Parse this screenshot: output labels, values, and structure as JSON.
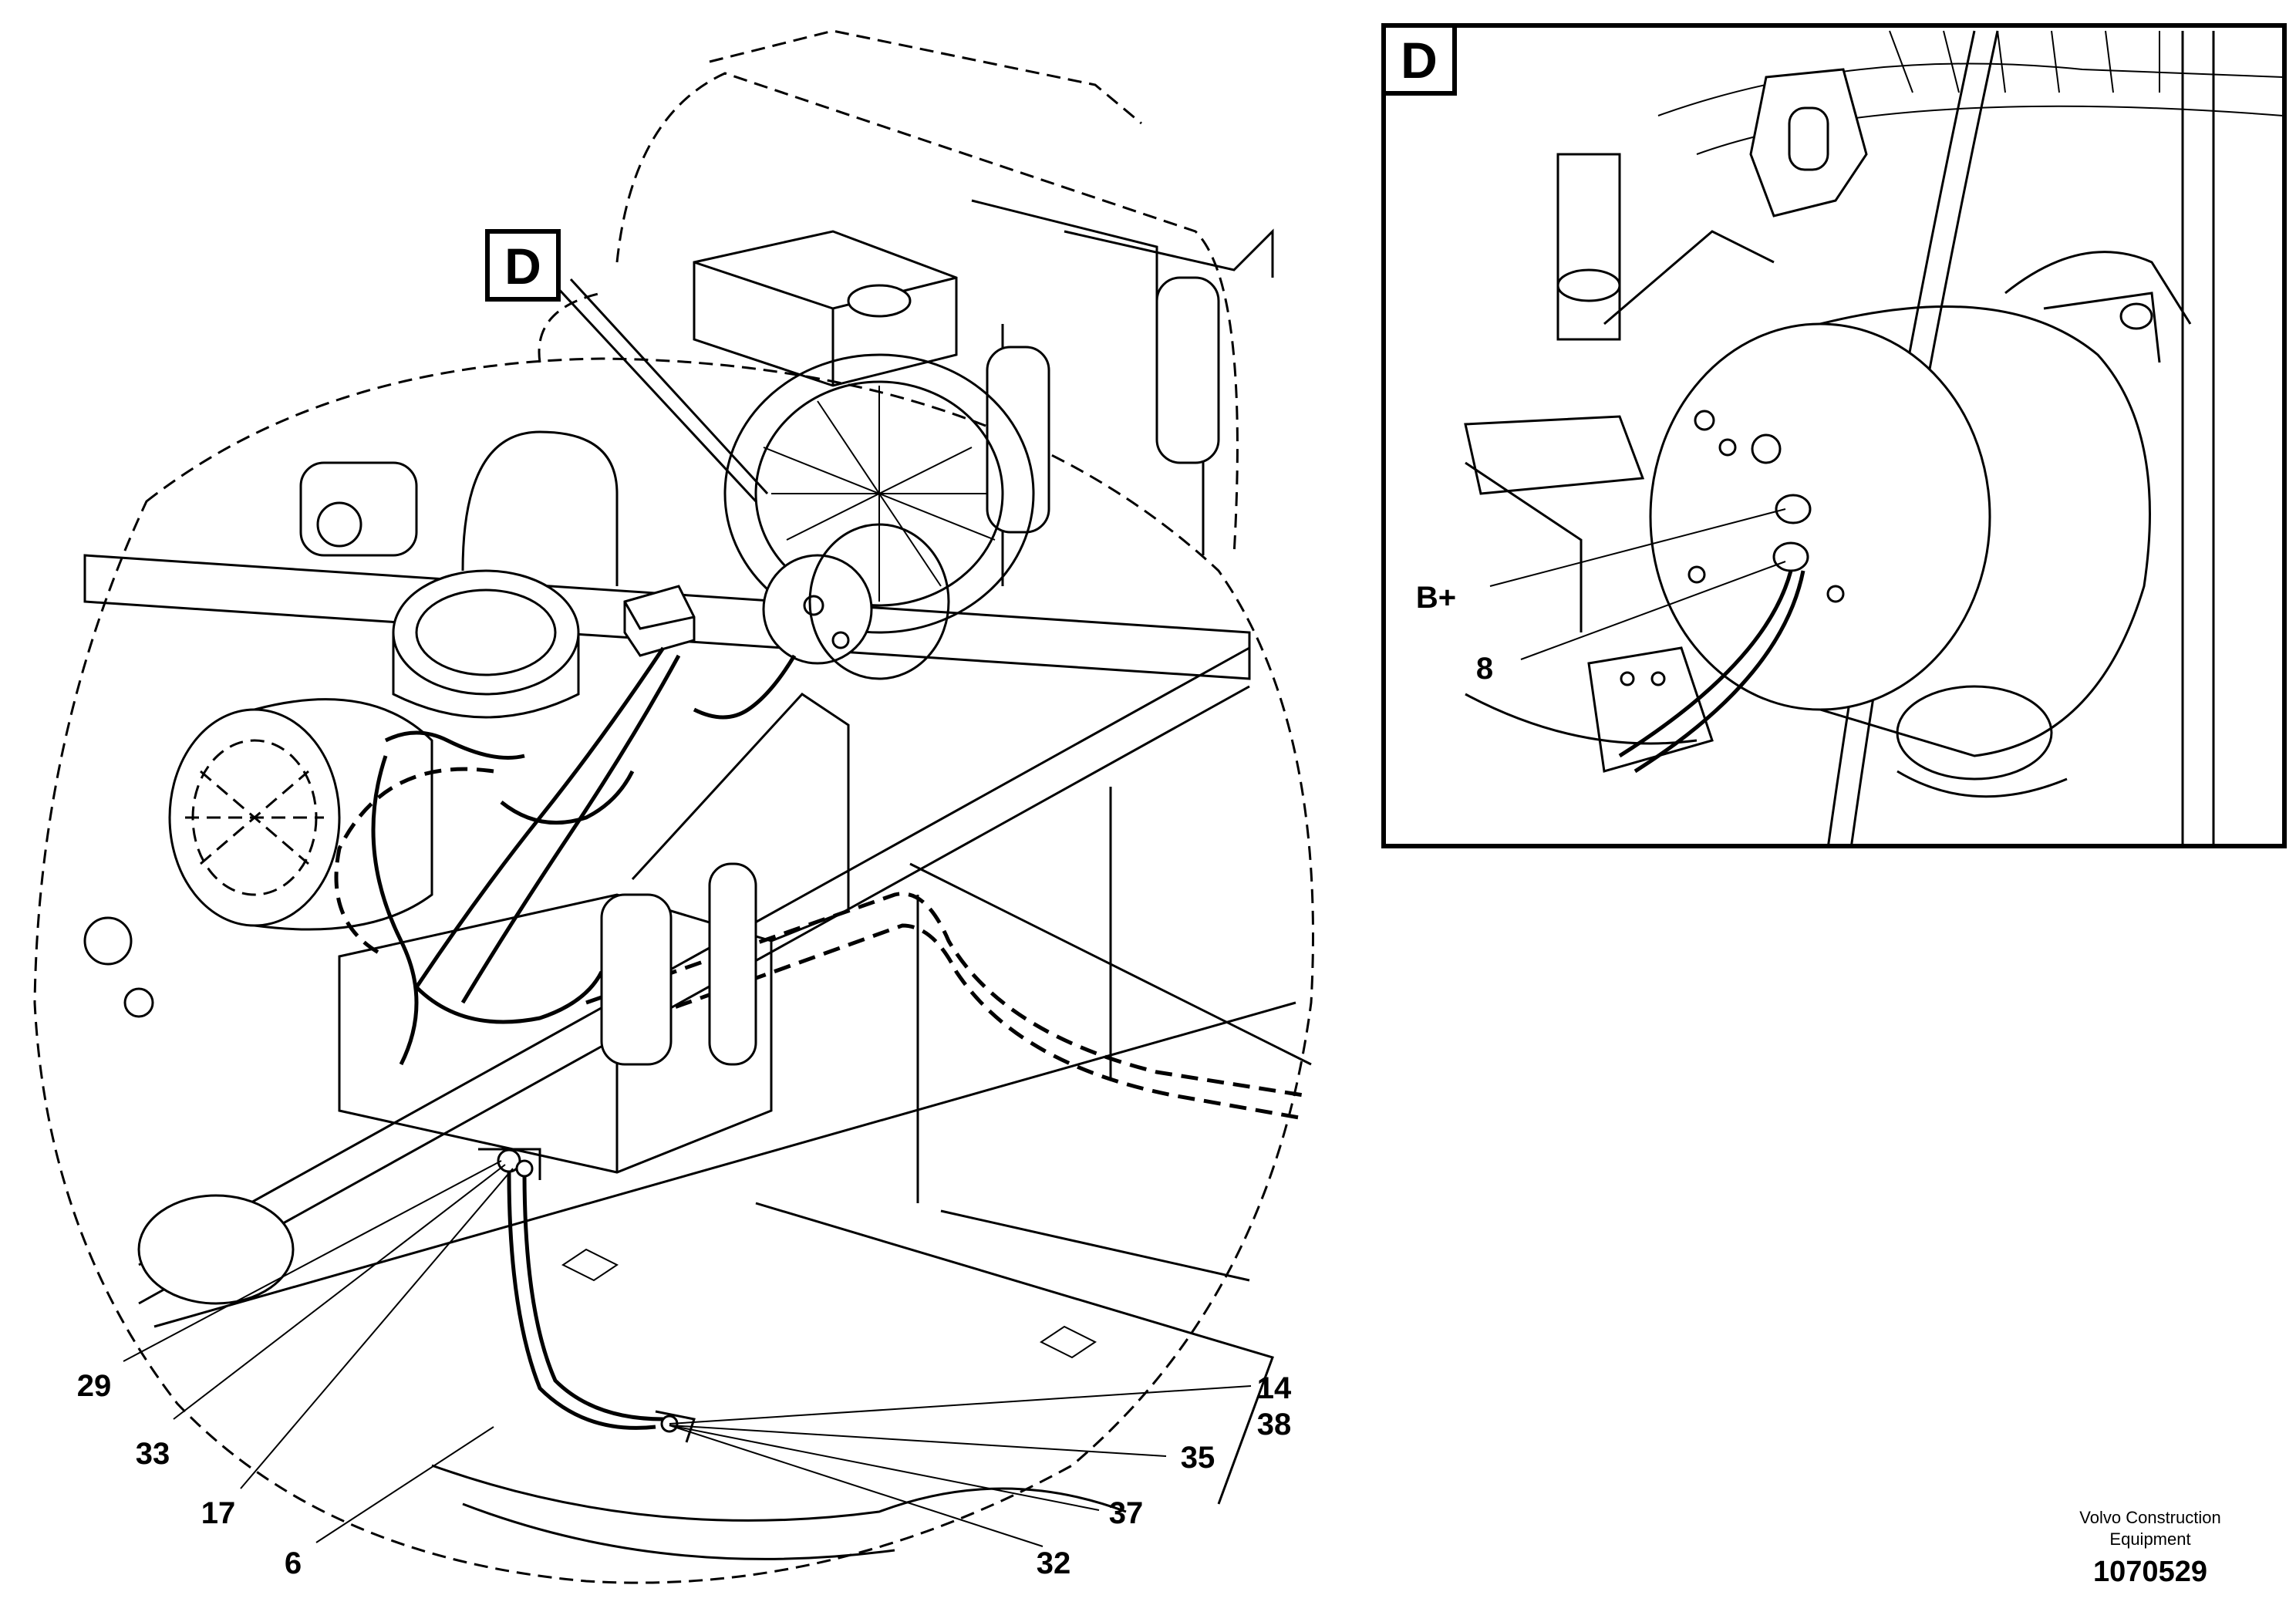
{
  "detail_marker": {
    "main_label": "D",
    "inset_label": "D"
  },
  "callouts": {
    "c29": "29",
    "c33": "33",
    "c17": "17",
    "c6": "6",
    "c32": "32",
    "c37": "37",
    "c35": "35",
    "c14": "14",
    "c38": "38",
    "cBplus": "B+",
    "c8": "8"
  },
  "footer": {
    "company_line1": "Volvo Construction",
    "company_line2": "Equipment",
    "drawing_number": "1070529"
  }
}
